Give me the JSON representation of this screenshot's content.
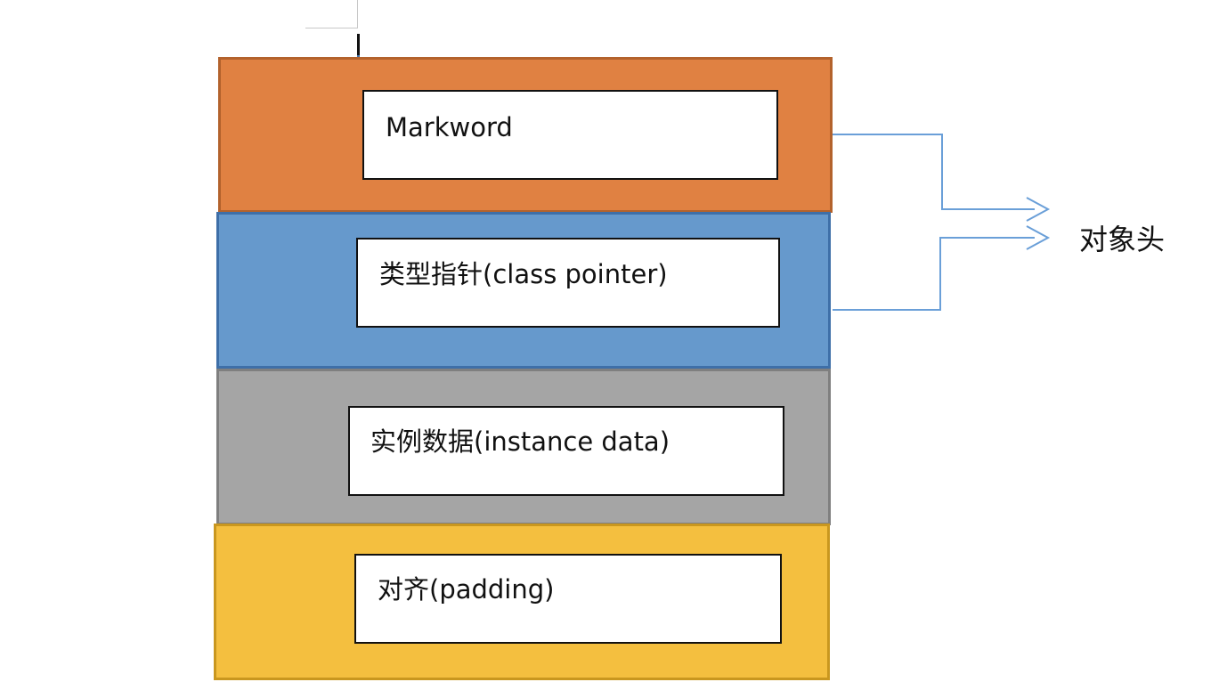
{
  "diagram": {
    "layers": [
      {
        "id": "markword",
        "label": "Markword",
        "fill": "#E08142",
        "border": "#B3622C"
      },
      {
        "id": "class-pointer",
        "label": "类型指针(class pointer)",
        "fill": "#6699CC",
        "border": "#3E6FA8"
      },
      {
        "id": "instance-data",
        "label": "实例数据(instance data)",
        "fill": "#A5A5A5",
        "border": "#7F7F7F"
      },
      {
        "id": "padding",
        "label": "对齐(padding)",
        "fill": "#F4BF3F",
        "border": "#C9971F"
      }
    ],
    "group_label": "对象头",
    "connector_color": "#6A9FD8"
  }
}
